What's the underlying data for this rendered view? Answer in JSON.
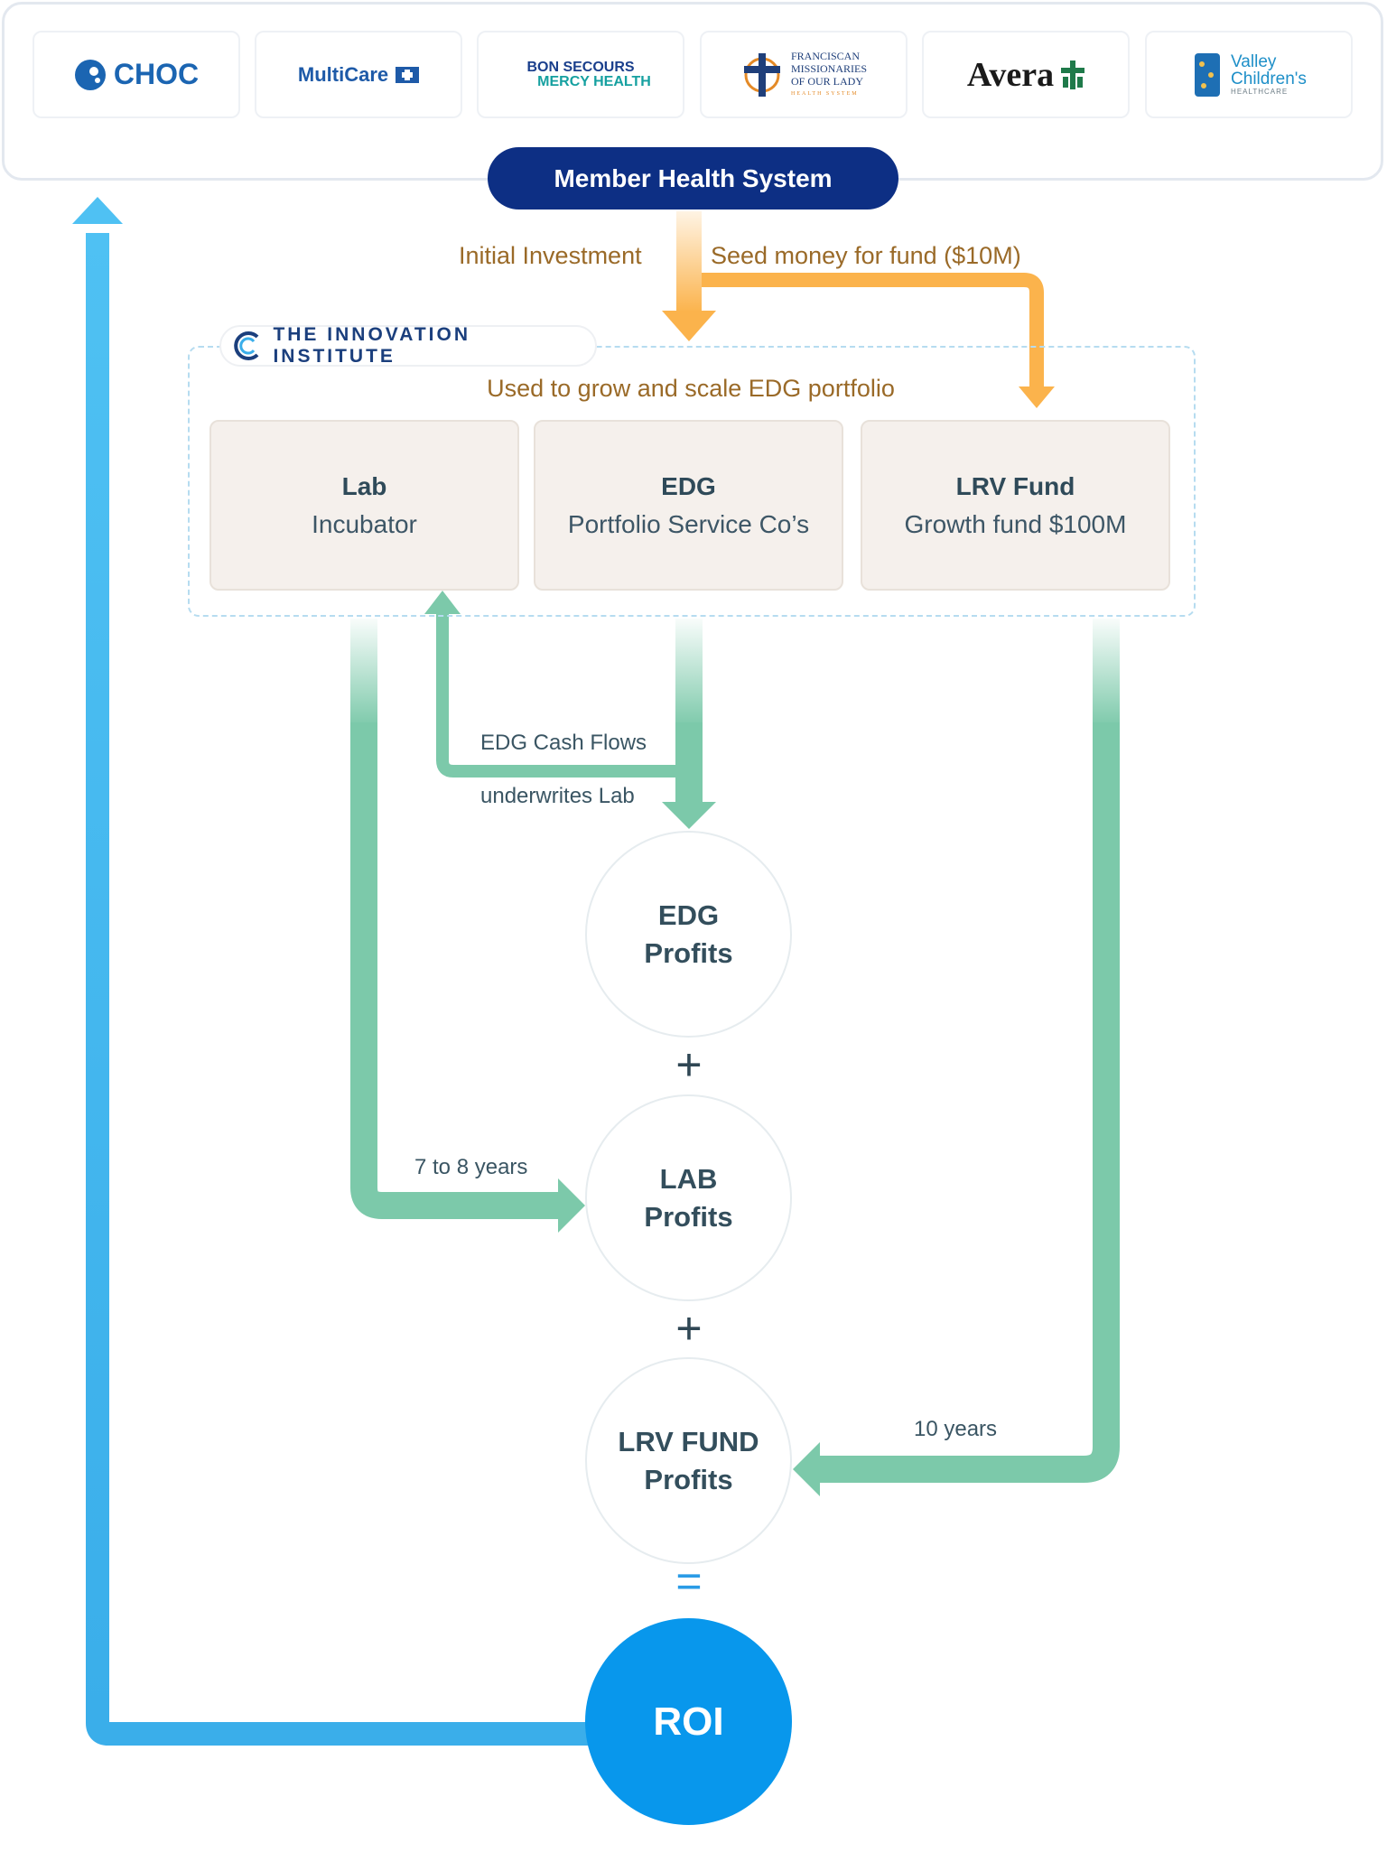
{
  "members": {
    "logos": [
      {
        "name": "CHOC",
        "icon": "choc-logo-icon"
      },
      {
        "name": "MultiCare",
        "icon": "multicare-logo-icon"
      },
      {
        "name": "BON SECOURS",
        "name2": "MERCY HEALTH"
      },
      {
        "name": "FRANCISCAN",
        "name2": "MISSIONARIES",
        "name3": "OF OUR LADY",
        "name4": "HEALTH SYSTEM",
        "icon": "cross-icon"
      },
      {
        "name": "Avera",
        "icon": "avera-cross-icon"
      },
      {
        "name": "Valley",
        "name2": "Children's",
        "name3": "HEALTHCARE",
        "icon": "giraffe-icon"
      }
    ],
    "pill_label": "Member Health System"
  },
  "flows": {
    "initial_investment": "Initial Investment",
    "seed_money": "Seed money for fund ($10M)",
    "edg_cash_flows": "EDG Cash Flows",
    "underwrites_lab": "underwrites Lab",
    "lab_years": "7 to 8 years",
    "fund_years": "10 years"
  },
  "institute": {
    "name": "THE INNOVATION INSTITUTE",
    "subtitle": "Used to grow and scale EDG portfolio",
    "boxes": [
      {
        "title": "Lab",
        "subtitle": "Incubator"
      },
      {
        "title": "EDG",
        "subtitle": "Portfolio Service Co’s"
      },
      {
        "title": "LRV Fund",
        "subtitle": "Growth fund $100M"
      }
    ]
  },
  "profits": [
    {
      "line1": "EDG",
      "line2": "Profits"
    },
    {
      "line1": "LAB",
      "line2": "Profits"
    },
    {
      "line1": "LRV FUND",
      "line2": "Profits"
    }
  ],
  "operators": {
    "plus": "+",
    "equals": "="
  },
  "roi_label": "ROI",
  "colors": {
    "navy": "#0d2f84",
    "orange": "#fbb34c",
    "orange_text": "#9a6a28",
    "green": "#7cc9aa",
    "blue": "#48bcf0",
    "roi": "#0897ec",
    "box_bg": "#f5f0ec"
  }
}
